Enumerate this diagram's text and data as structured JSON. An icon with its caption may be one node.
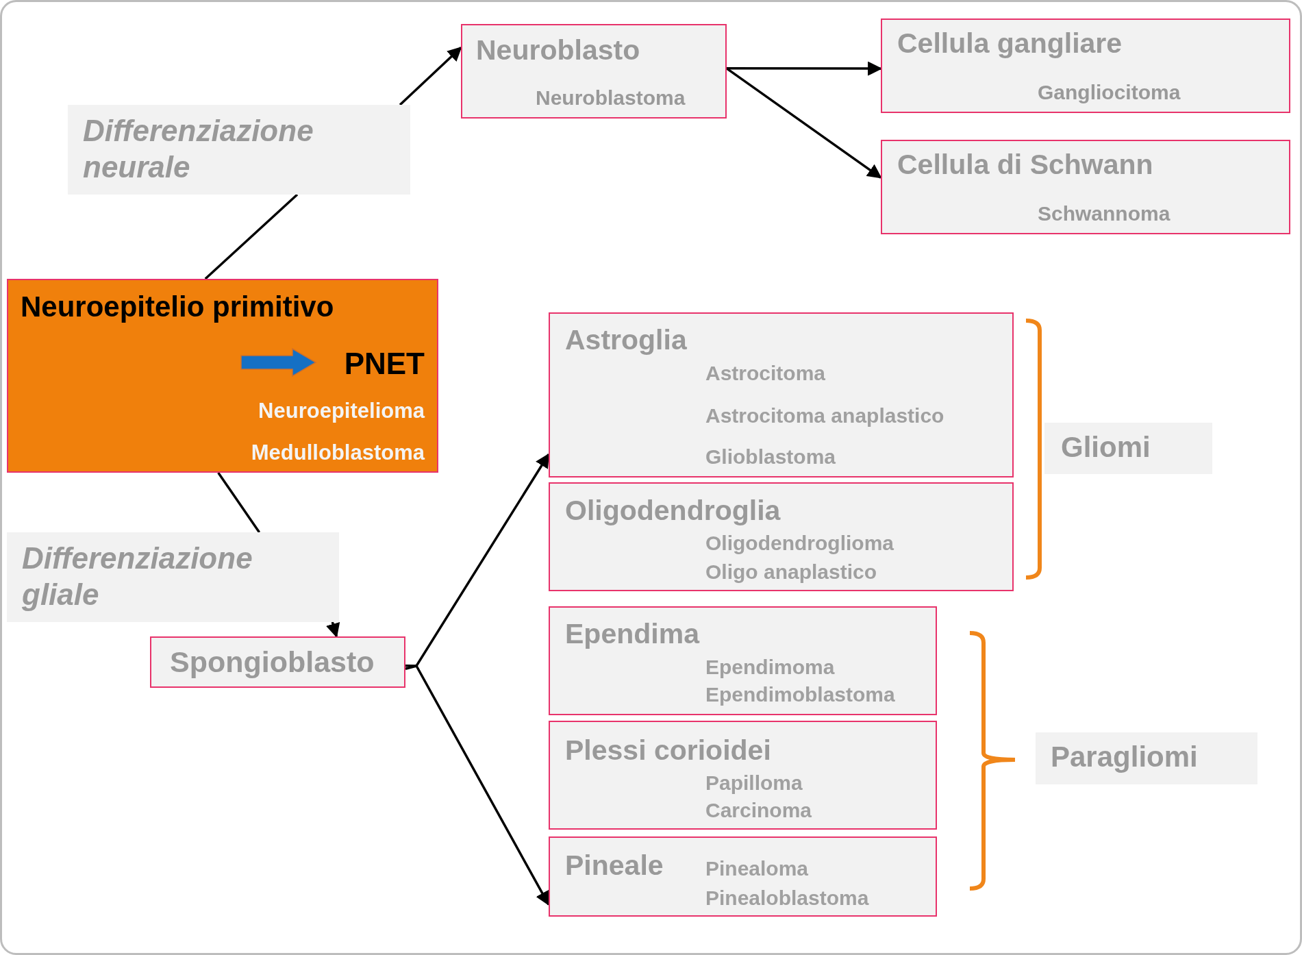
{
  "diagram": {
    "nodes": [
      {
        "text": [
          "Neuroepitelio primitivo",
          "PNET",
          "Neuroepitelioma",
          "Medulloblastoma"
        ]
      },
      {
        "text": [
          "Differenziazione neurale"
        ]
      },
      {
        "text": [
          "Neuroblasto",
          "Neuroblastoma"
        ]
      },
      {
        "text": [
          "Cellula gangliare",
          "Gangliocitoma"
        ]
      },
      {
        "text": [
          "Cellula di Schwann",
          "Schwannoma"
        ]
      },
      {
        "text": [
          "Astroglia",
          "Astrocitoma",
          "Astrocitoma anaplastico",
          "Glioblastoma"
        ]
      },
      {
        "text": [
          "Gliomi"
        ]
      },
      {
        "text": [
          "Oligodendroglia",
          "Oligodendroglioma",
          "Oligo anaplastico"
        ]
      },
      {
        "text": [
          "Differenziazione gliale"
        ]
      },
      {
        "text": [
          "Spongioblasto"
        ]
      },
      {
        "text": [
          "Ependima",
          "Ependimoma",
          "Ependimoblastoma"
        ]
      },
      {
        "text": [
          "Paragliomi"
        ]
      },
      {
        "text": [
          "Plessi corioidei",
          "Papilloma",
          "Carcinoma"
        ]
      },
      {
        "text": [
          "Pineale",
          "Pinealoma",
          "Pinealoblastoma"
        ]
      }
    ],
    "edges": [
      {
        "from": 0,
        "to": 1,
        "arrow": "none"
      },
      {
        "from": 1,
        "to": 2,
        "arrow": "to"
      },
      {
        "from": 2,
        "to": 3,
        "arrow": "to"
      },
      {
        "from": 2,
        "to": 4,
        "arrow": "to"
      },
      {
        "from": 0,
        "to": 8,
        "arrow": "none"
      },
      {
        "from": 8,
        "to": 9,
        "arrow": "to"
      },
      {
        "from": 9,
        "to": 5,
        "arrow": "to"
      },
      {
        "from": 9,
        "to": 13,
        "arrow": "to"
      }
    ]
  }
}
